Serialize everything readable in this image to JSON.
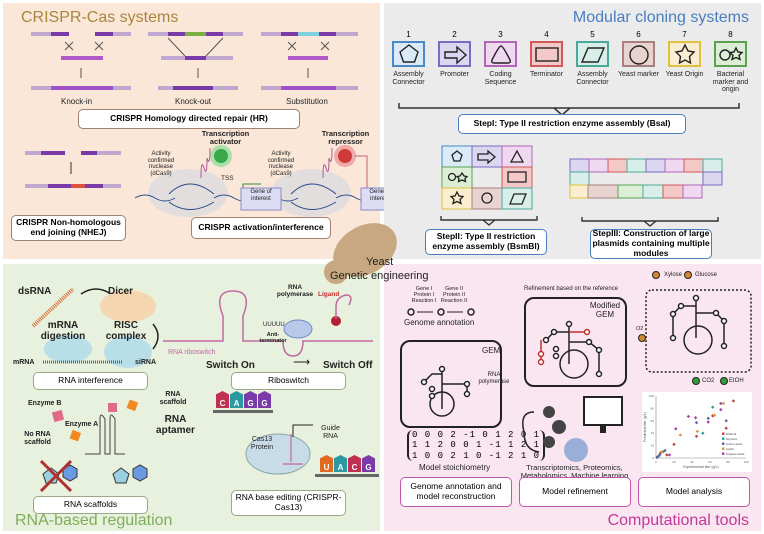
{
  "crispr": {
    "title": "CRISPR-Cas systems",
    "hr_examples": [
      "Knock-in",
      "Knock-out",
      "Substitution"
    ],
    "hr_box": "CRISPR Homology directed repair (HR)",
    "nhej_box": "CRISPR Non-homologous end joining (NHEJ)",
    "activator_label": "Transcription activator",
    "repressor_label": "Transcription repressor",
    "nuclease_label": "Activity confirmed nuclease (dCas9)",
    "tss": "TSS",
    "gene_label": "Gene of interest",
    "crispri_box": "CRISPR activation/interference",
    "colors": {
      "title": "#a8863e",
      "activator": "#3aa84a",
      "repressor": "#d0393a"
    }
  },
  "moclo": {
    "title": "Modular cloning systems",
    "parts": [
      {
        "num": "1",
        "label": "Assembly Connector",
        "shape": "pentagon",
        "color": "#4a88c8",
        "fill": "#dbeaf7"
      },
      {
        "num": "2",
        "label": "Promoter",
        "shape": "arrow",
        "color": "#7a6ac0",
        "fill": "#dcd7f0"
      },
      {
        "num": "3",
        "label": "Coding Sequence",
        "shape": "triangle",
        "color": "#b067b8",
        "fill": "#f0d8f0"
      },
      {
        "num": "4",
        "label": "Terminator",
        "shape": "rectangle",
        "color": "#d05a5a",
        "fill": "#f5c8c8"
      },
      {
        "num": "5",
        "label": "Assembly Connector",
        "shape": "parallelogram",
        "color": "#4aa89a",
        "fill": "#d8eee8"
      },
      {
        "num": "6",
        "label": "Yeast marker",
        "shape": "circle",
        "color": "#a88080",
        "fill": "#e8d3d0"
      },
      {
        "num": "7",
        "label": "Yeast Origin",
        "shape": "star",
        "color": "#e0c040",
        "fill": "#fbeed0"
      },
      {
        "num": "8",
        "label": "Bacterial marker and origin",
        "shape": "circle-star",
        "color": "#5aa050",
        "fill": "#dcefd6"
      }
    ],
    "step1": "StepI: Type II restriction enzyme assembly (BsaI)",
    "step2": "StepII: Type II restriction enzyme assembly (BsmBI)",
    "step3": "StepIII: Construction of large plasmids containing multiple modules",
    "colors": {
      "title": "#4a7ec0",
      "box_border": "#4a7ec0"
    }
  },
  "center": {
    "line1": "Yeast",
    "line2": "Genetic engineering"
  },
  "rna": {
    "title": "RNA-based regulation",
    "dsrna": "dsRNA",
    "dicer": "Dicer",
    "mrna_digestion": "mRNA digestion",
    "risc": "RISC complex",
    "mrna": "mRNA",
    "sirna": "siRNA",
    "rnai_box": "RNA interference",
    "rna_polymerase": "RNA polymerase",
    "ligand": "Ligand",
    "uuuuu": "UUUUU",
    "antiterminator": "Anti-terminator",
    "riboswitch_label": "RNA riboswitch",
    "switch_on": "Switch On",
    "switch_off": "Switch Off",
    "riboswitch_box": "Riboswitch",
    "enzyme_b": "Enzyme B",
    "enzyme_a": "Enzyme A",
    "no_scaffold": "No RNA scaffold",
    "rna_scaffold": "RNA scaffold",
    "rna_aptamer": "RNA aptamer",
    "scaffolds_box": "RNA scaffolds",
    "bases_top": [
      "C",
      "A",
      "G",
      "G"
    ],
    "bases_bottom": [
      "U",
      "A",
      "C",
      "G"
    ],
    "cas13": "Cas13 Protein",
    "guide_rna": "Guide RNA",
    "editing_box": "RNA base editing (CRISPR-Cas13)",
    "colors": {
      "title": "#7fae5a",
      "box_border": "#9aaa88"
    }
  },
  "comp": {
    "title": "Computational tools",
    "gene1": [
      "Gene I",
      "Protein I",
      "Reaction I"
    ],
    "gene2": [
      "Gene II",
      "Protein II",
      "Reaction II"
    ],
    "genome_annotation": "Genome annotation",
    "gem": "GEM",
    "modified_gem": "Modified GEM",
    "refinement": "Refinement based on the reference",
    "rna_polymerase": "RNA polymerase",
    "matrix": [
      "0 0 0 2 -1 0 1 2 0 1",
      "1 1 2 0 0 1 -1 1 2 1",
      "1 0 0 2 1 0 -1 2 1 0"
    ],
    "stoichiometry": "Model stoichiometry",
    "omics": "Transcriptomics, Proteomics, Metabolomics, Machine learning",
    "xylose": "Xylose",
    "glucose": "Glucose",
    "o2": "O2",
    "co2": "CO2",
    "etoh": "EtOH",
    "box1": "Genome annotation and model reconstruction",
    "box2": "Model refinement",
    "box3": "Model analysis",
    "colors": {
      "title": "#c0399a",
      "box_border": "#c057a8"
    }
  },
  "chart_data": {
    "type": "scatter",
    "xlabel": "Experimental titer (g/L)",
    "ylabel": "Predicted titer (g/L)",
    "xlim": [
      0,
      100
    ],
    "ylim": [
      0,
      100
    ],
    "xticks": [
      0,
      20,
      40,
      60,
      80,
      100
    ],
    "yticks": [
      0,
      20,
      40,
      60,
      80,
      100
    ],
    "legend": "bottom-right",
    "series": [
      {
        "name": "Ethanol",
        "color": "#c04040",
        "points": [
          [
            2,
            2
          ],
          [
            5,
            8
          ],
          [
            12,
            5
          ],
          [
            20,
            22
          ],
          [
            45,
            35
          ],
          [
            63,
            68
          ],
          [
            78,
            48
          ],
          [
            86,
            92
          ]
        ]
      },
      {
        "name": "Glycerol",
        "color": "#2a9a9a",
        "points": [
          [
            3,
            3
          ],
          [
            8,
            10
          ],
          [
            52,
            40
          ],
          [
            63,
            82
          ]
        ]
      },
      {
        "name": "Amino acids",
        "color": "#6a5aa0",
        "points": [
          [
            1,
            1
          ],
          [
            4,
            5
          ],
          [
            10,
            12
          ],
          [
            45,
            57
          ],
          [
            58,
            64
          ],
          [
            72,
            88
          ],
          [
            78,
            60
          ]
        ]
      },
      {
        "name": "Lipids",
        "color": "#e09040",
        "points": [
          [
            6,
            10
          ],
          [
            27,
            37
          ],
          [
            46,
            43
          ],
          [
            65,
            69
          ],
          [
            75,
            88
          ]
        ]
      },
      {
        "name": "Organic acids",
        "color": "#a040a0",
        "points": [
          [
            15,
            5
          ],
          [
            22,
            47
          ],
          [
            36,
            67
          ],
          [
            44,
            65
          ],
          [
            58,
            58
          ],
          [
            72,
            78
          ]
        ]
      }
    ]
  }
}
